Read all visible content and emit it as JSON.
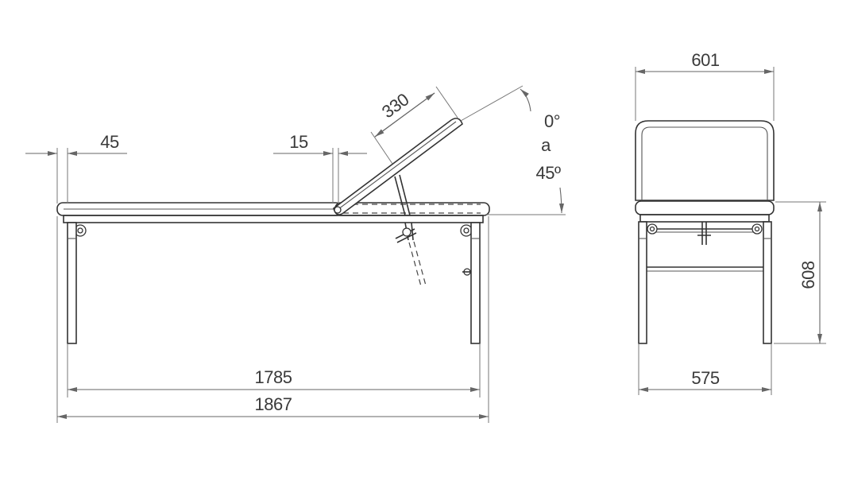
{
  "dimensions": {
    "foot_gap": "45",
    "hinge_gap": "15",
    "backrest_length": "330",
    "angle_min": "0°",
    "angle_joiner": "a",
    "angle_max": "45º",
    "leg_span": "1785",
    "total_length": "1867",
    "top_width": "601",
    "height": "608",
    "frame_width": "575"
  },
  "colors": {
    "line": "#333333",
    "dimension": "#666666",
    "text": "#3a3a3a",
    "background": "#ffffff"
  }
}
